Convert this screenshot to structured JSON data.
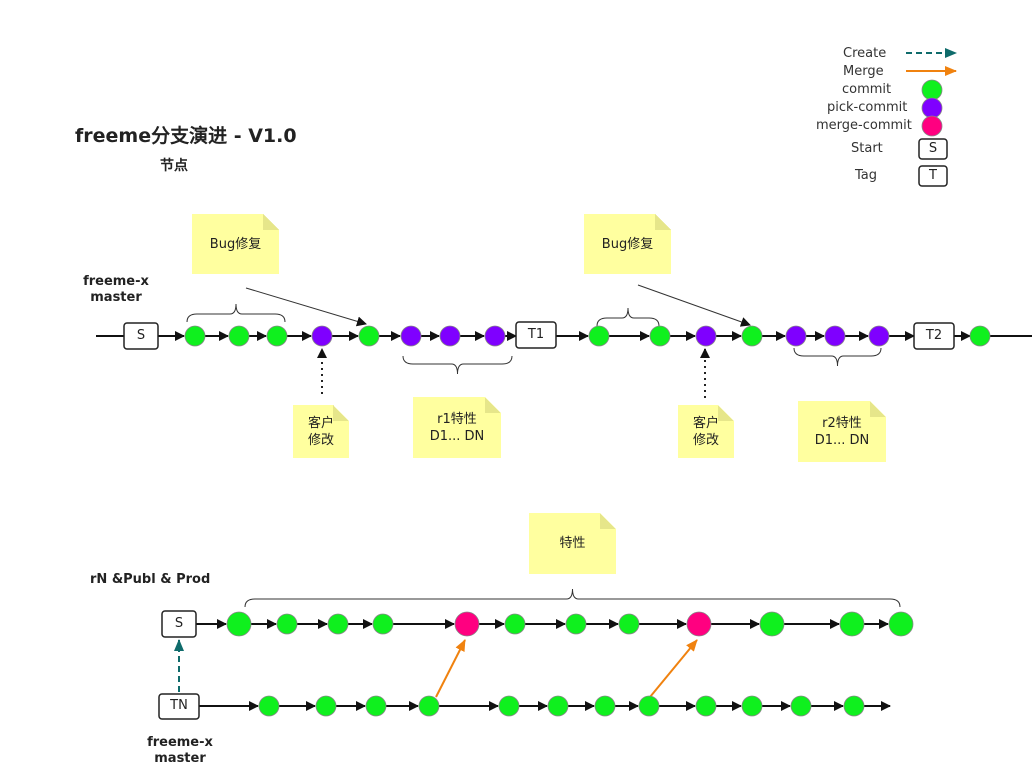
{
  "title": "freeme分支演进 - V1.0",
  "subtitle": "节点",
  "legend": {
    "create": "Create",
    "merge": "Merge",
    "commit": "commit",
    "pick_commit": "pick-commit",
    "merge_commit": "merge-commit",
    "start": "Start",
    "tag": "Tag",
    "start_symbol": "S",
    "tag_symbol": "T"
  },
  "branches": {
    "top_master": "freeme-x\nmaster",
    "rn_publ_prod": "rN &Publ & Prod",
    "bottom_master": "freeme-x\nmaster"
  },
  "nodes": {
    "top_start": "S",
    "t1": "T1",
    "t2": "T2",
    "rn_start": "S",
    "tn": "TN"
  },
  "notes": {
    "bug_fix_1": "Bug修复",
    "bug_fix_2": "Bug修复",
    "customer_mod_1": "客户\n修改",
    "customer_mod_2": "客户\n修改",
    "r1_features": "r1特性\nD1... DN",
    "r2_features": "r2特性\nD1... DN",
    "features": "特性"
  },
  "colors": {
    "commit": "#0ff01e",
    "pick_commit": "#7f00ff",
    "merge_commit": "#ff0080",
    "create_arrow": "#0f6b6b",
    "merge_arrow": "#f0820f",
    "note_bg": "#ffff9f",
    "line": "#111111"
  }
}
